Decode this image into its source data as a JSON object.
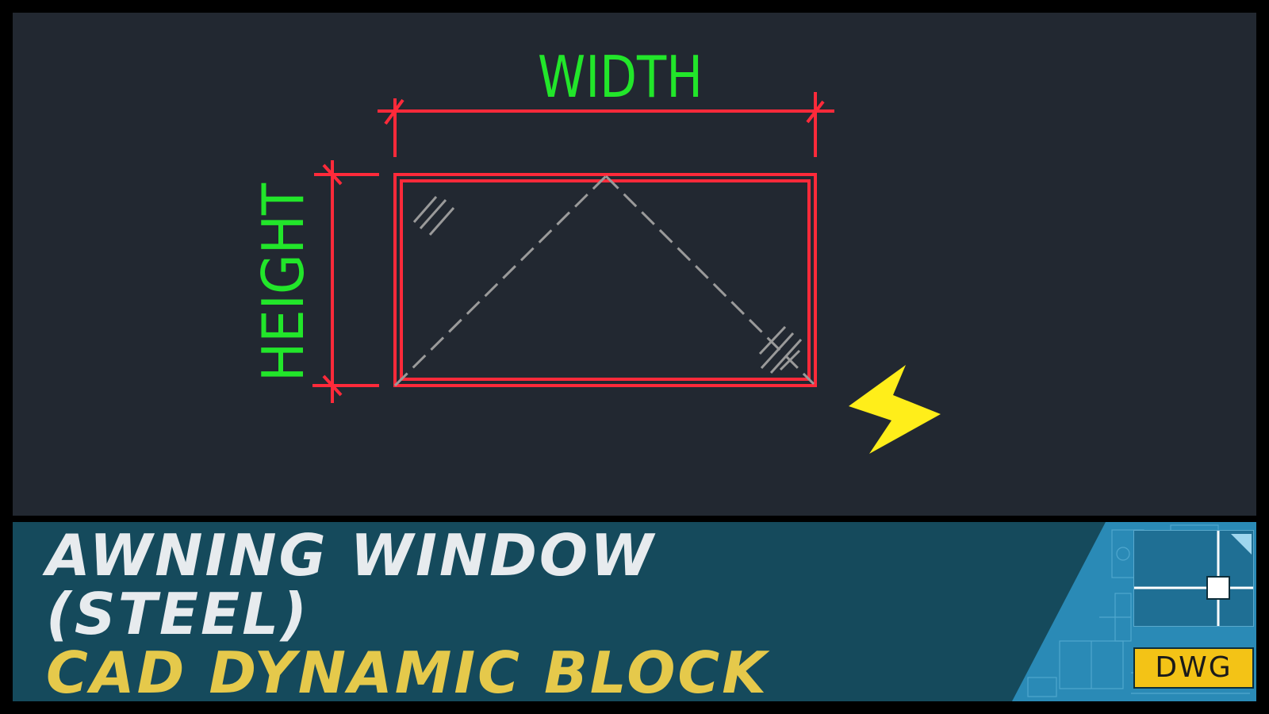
{
  "drawing": {
    "width_label": "WIDTH",
    "height_label": "HEIGHT",
    "colors": {
      "background": "#222831",
      "dimension_lines": "#ff2a3a",
      "dimension_text": "#22e62a",
      "swing_lines": "#9a9a9a",
      "glass_marks": "#9a9a9a",
      "dynamic_grip": "#ffee1a"
    },
    "dynamic_icon": "lightning-bolt-icon"
  },
  "banner": {
    "title_line1": "AWNING WINDOW",
    "title_line2": "(STEEL)",
    "title_line3": "CAD DYNAMIC BLOCK",
    "colors": {
      "background": "#154a5c",
      "title": "#e7ebee",
      "subtitle": "#e5c94b"
    }
  },
  "badge": {
    "label": "DWG",
    "icon": "blueprint-crosshair-icon",
    "colors": {
      "panel": "#2a8ab6",
      "label_bg": "#f3c316"
    }
  }
}
